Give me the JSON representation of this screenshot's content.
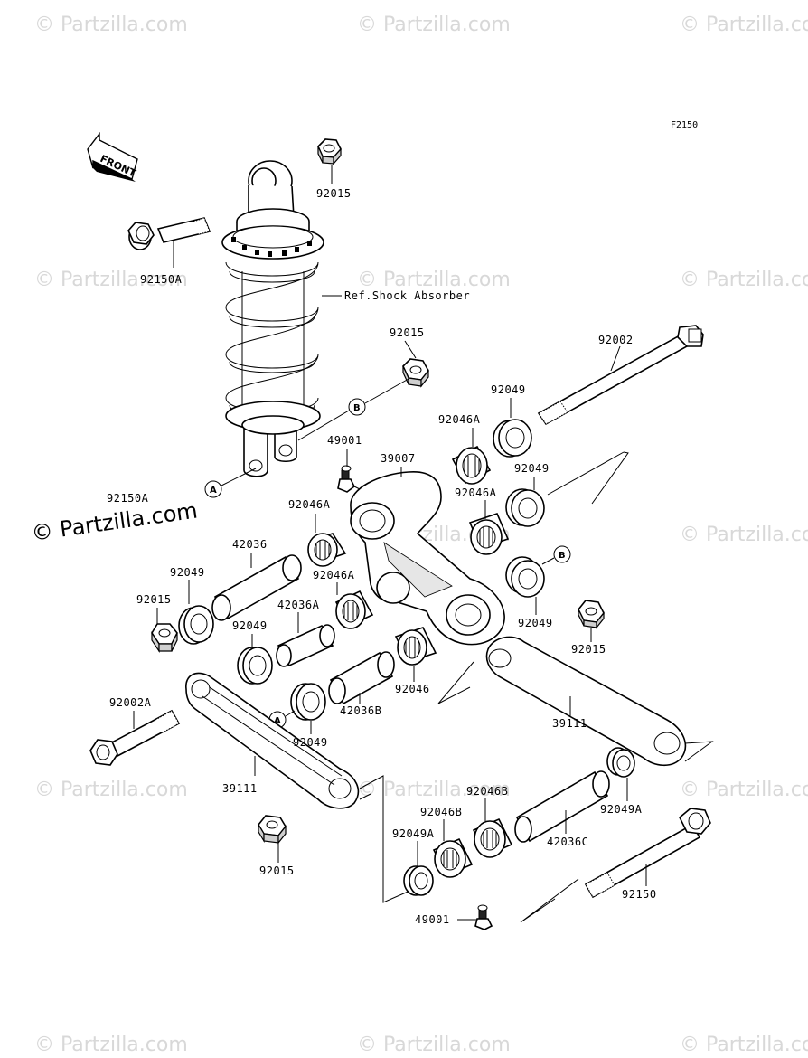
{
  "diagram": {
    "code": "F2150",
    "front_label": "FRONT",
    "reference_label": "Ref.Shock Absorber",
    "watermark": "© Partzilla.com",
    "markers": [
      "A",
      "B"
    ],
    "parts": [
      {
        "id": "p1",
        "number": "92015"
      },
      {
        "id": "p2",
        "number": "92150A"
      },
      {
        "id": "p3",
        "number": "92015"
      },
      {
        "id": "p4",
        "number": "92002"
      },
      {
        "id": "p5",
        "number": "92049"
      },
      {
        "id": "p6",
        "number": "92046A"
      },
      {
        "id": "p7",
        "number": "49001"
      },
      {
        "id": "p8",
        "number": "39007"
      },
      {
        "id": "p9",
        "number": "92049"
      },
      {
        "id": "p10",
        "number": "92046A"
      },
      {
        "id": "p11",
        "number": "92150A"
      },
      {
        "id": "p12",
        "number": "92046A"
      },
      {
        "id": "p13",
        "number": "42036"
      },
      {
        "id": "p14",
        "number": "92046A"
      },
      {
        "id": "p15",
        "number": "92049"
      },
      {
        "id": "p16",
        "number": "92015"
      },
      {
        "id": "p17",
        "number": "42036A"
      },
      {
        "id": "p18",
        "number": "92049"
      },
      {
        "id": "p19",
        "number": "92049"
      },
      {
        "id": "p20",
        "number": "92015"
      },
      {
        "id": "p21",
        "number": "92046"
      },
      {
        "id": "p22",
        "number": "42036B"
      },
      {
        "id": "p23",
        "number": "92002A"
      },
      {
        "id": "p24",
        "number": "92049"
      },
      {
        "id": "p25",
        "number": "39111"
      },
      {
        "id": "p26",
        "number": "39111"
      },
      {
        "id": "p27",
        "number": "92046B"
      },
      {
        "id": "p28",
        "number": "92046B"
      },
      {
        "id": "p29",
        "number": "92049A"
      },
      {
        "id": "p30",
        "number": "42036C"
      },
      {
        "id": "p31",
        "number": "92049A"
      },
      {
        "id": "p32",
        "number": "92015"
      },
      {
        "id": "p33",
        "number": "92150"
      },
      {
        "id": "p34",
        "number": "49001"
      }
    ]
  }
}
